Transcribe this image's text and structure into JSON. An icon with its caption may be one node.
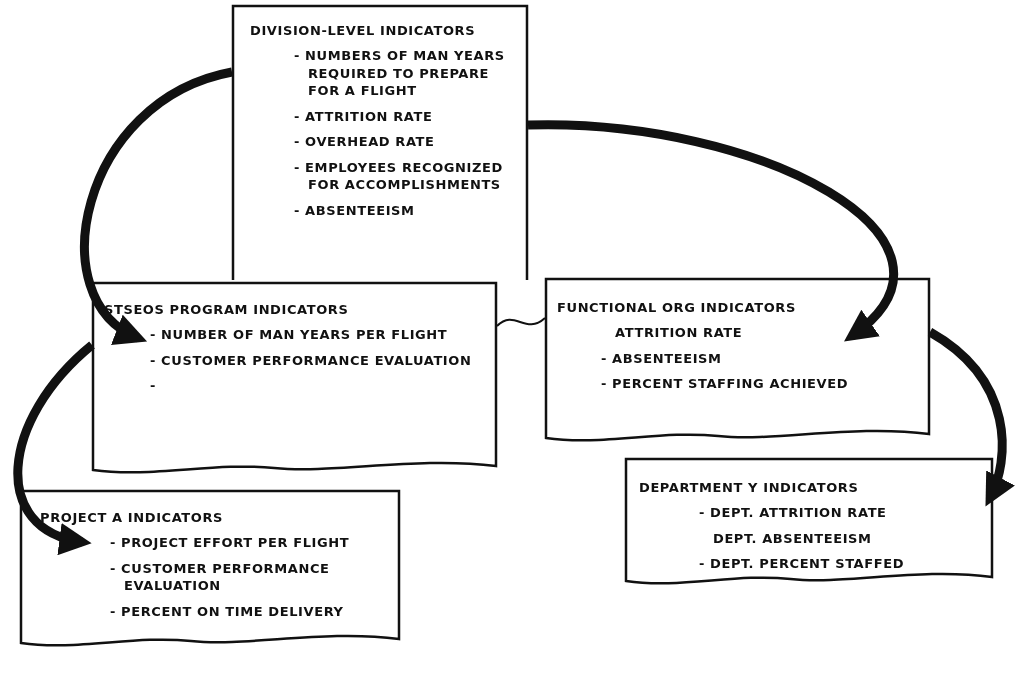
{
  "diagram": {
    "nodes": [
      {
        "text": [
          "DIVISION-LEVEL INDICATORS",
          "- NUMBERS OF MAN YEARS REQUIRED TO PREPARE FOR A FLIGHT",
          "- ATTRITION RATE",
          "- OVERHEAD RATE",
          "- EMPLOYEES RECOGNIZED FOR ACCOMPLISHMENTS",
          "- ABSENTEEISM"
        ]
      },
      {
        "text": [
          "STSEOS PROGRAM INDICATORS",
          "- NUMBER OF MAN YEARS PER FLIGHT",
          "- CUSTOMER PERFORMANCE EVALUATION",
          "-"
        ]
      },
      {
        "text": [
          "FUNCTIONAL ORG INDICATORS",
          "ATTRITION RATE",
          "- ABSENTEEISM",
          "- PERCENT STAFFING ACHIEVED"
        ]
      },
      {
        "text": [
          "PROJECT A INDICATORS",
          "- PROJECT EFFORT PER FLIGHT",
          "- CUSTOMER PERFORMANCE EVALUATION",
          "- PERCENT ON TIME DELIVERY"
        ]
      },
      {
        "text": [
          "DEPARTMENT Y INDICATORS",
          "- DEPT. ATTRITION RATE",
          "DEPT. ABSENTEEISM",
          "- DEPT. PERCENT STAFFED"
        ]
      }
    ],
    "edges": [
      {
        "from": 0,
        "to": 1,
        "arrow": "to"
      },
      {
        "from": 0,
        "to": 2,
        "arrow": "to"
      },
      {
        "from": 1,
        "to": 3,
        "arrow": "to"
      },
      {
        "from": 2,
        "to": 4,
        "arrow": "to"
      },
      {
        "from": 1,
        "to": 2,
        "arrow": "none"
      }
    ]
  }
}
